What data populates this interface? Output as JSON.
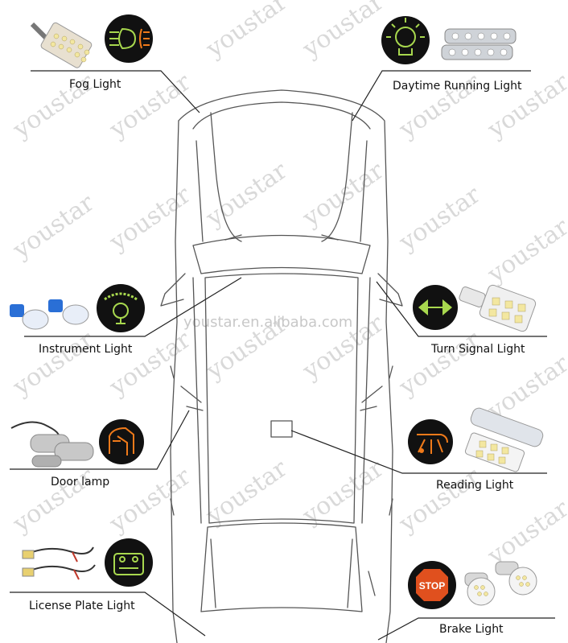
{
  "labels": {
    "fog": "Fog Light",
    "daytime": "Daytime Running Light",
    "instrument": "Instrument Light",
    "turn": "Turn Signal Light",
    "door": "Door lamp",
    "reading": "Reading Light",
    "license": "License Plate Light",
    "brake": "Brake Light"
  },
  "watermark": {
    "brand": "youstar",
    "site": "youstar.en.alibaba.com"
  },
  "icons": {
    "fog": "fog-light-icon",
    "daytime": "daytime-running-light-icon",
    "instrument": "instrument-light-icon",
    "turn": "turn-signal-arrows-icon",
    "door": "open-door-icon",
    "reading": "reading-light-icon",
    "license": "license-plate-light-icon",
    "brake": "stop-sign-icon"
  },
  "stop_text": "STOP",
  "colors": {
    "icon_bg": "#111111",
    "icon_green": "#a8d84e",
    "icon_orange": "#f07a1a",
    "stop_red": "#e0501e",
    "car_line": "#555555",
    "leader_line": "#222222"
  }
}
